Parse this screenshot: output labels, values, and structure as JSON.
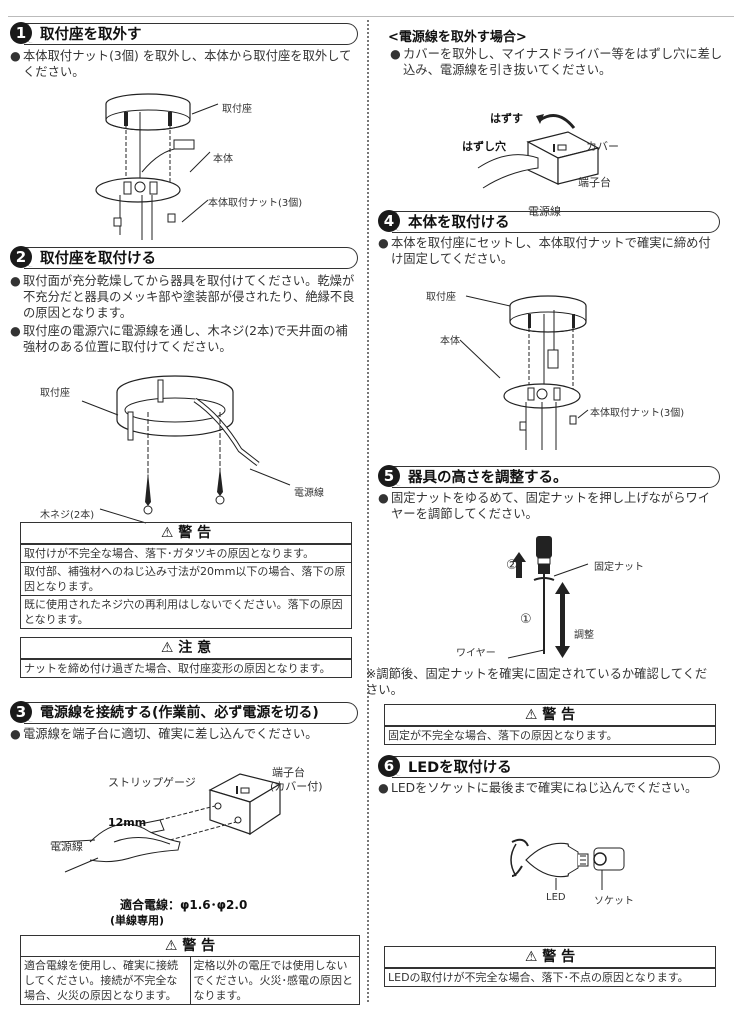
{
  "left": {
    "step1": {
      "number": "1",
      "title": "取付座を取外す",
      "bullets": [
        "本体取付ナット(3個) を取外し、本体から取付座を取外してください。"
      ],
      "labels": {
        "mount": "取付座",
        "body": "本体",
        "nuts": "本体取付ナット(3個)"
      }
    },
    "step2": {
      "number": "2",
      "title": "取付座を取付ける",
      "bullets": [
        "取付面が充分乾燥してから器具を取付けてください。乾燥が不充分だと器具のメッキ部や塗装部が侵されたり、絶縁不良の原因となります。",
        "取付座の電源穴に電源線を通し、木ネジ(2本)で天井面の補強材のある位置に取付けてください。"
      ],
      "labels": {
        "mount": "取付座",
        "wire": "電源線",
        "screws": "木ネジ(2本)"
      },
      "warning": {
        "heading": "⚠ 警 告",
        "rows": [
          "取付けが不完全な場合、落下･ガタツキの原因となります。",
          "取付部、補強材へのねじ込み寸法が20mm以下の場合、落下の原因となります。",
          "既に使用されたネジ穴の再利用はしないでください。落下の原因となります。"
        ]
      },
      "caution": {
        "heading": "⚠ 注 意",
        "rows": [
          "ナットを締め付け過ぎた場合、取付座変形の原因となります。"
        ]
      }
    },
    "step3": {
      "number": "3",
      "title": "電源線を接続する(作業前、必ず電源を切る)",
      "bullets": [
        "電源線を端子台に適切、確実に差し込んでください。"
      ],
      "labels": {
        "strip_gauge": "ストリップゲージ",
        "terminal": "端子台",
        "terminal_sub": "(カバー付)",
        "length": "12mm",
        "wire": "電源線",
        "compatible": "適合電線：φ1.6･φ2.0",
        "compatible_sub": "(単線専用)"
      },
      "warning": {
        "heading": "⚠ 警 告",
        "columns": [
          "適合電線を使用し、確実に接続してください。接続が不完全な場合、火災の原因となります。",
          "定格以外の電圧では使用しないでください。火災･感電の原因となります。"
        ]
      }
    }
  },
  "right": {
    "remove_wire": {
      "title": "<電源線を取外す場合>",
      "bullets": [
        "カバーを取外し、マイナスドライバー等をはずし穴に差し込み、電源線を引き抜いてください。"
      ],
      "labels": {
        "remove": "はずす",
        "hole": "はずし穴",
        "cover": "カバー",
        "terminal": "端子台",
        "wire": "電源線"
      }
    },
    "step4": {
      "number": "4",
      "title": "本体を取付ける",
      "bullets": [
        "本体を取付座にセットし、本体取付ナットで確実に締め付け固定してください。"
      ],
      "labels": {
        "mount": "取付座",
        "body": "本体",
        "nuts": "本体取付ナット(3個)"
      }
    },
    "step5": {
      "number": "5",
      "title": "器具の高さを調整する。",
      "bullets": [
        "固定ナットをゆるめて、固定ナットを押し上げながらワイヤーを調節してください。"
      ],
      "labels": {
        "n2": "②",
        "n1": "①",
        "nut": "固定ナット",
        "adjust": "調整",
        "wire": "ワイヤー"
      },
      "note": "※調節後、固定ナットを確実に固定されているか確認してください。",
      "warning": {
        "heading": "⚠ 警 告",
        "rows": [
          "固定が不完全な場合、落下の原因となります。"
        ]
      }
    },
    "step6": {
      "number": "6",
      "title": "LEDを取付ける",
      "bullets": [
        "LEDをソケットに最後まで確実にねじ込んでください。"
      ],
      "labels": {
        "led": "LED",
        "socket": "ソケット"
      },
      "warning": {
        "heading": "⚠ 警 告",
        "rows": [
          "LEDの取付けが不完全な場合、落下･不点の原因となります。"
        ]
      }
    }
  },
  "colors": {
    "ink": "#222222",
    "rule": "#333333",
    "divider": "#777777"
  }
}
